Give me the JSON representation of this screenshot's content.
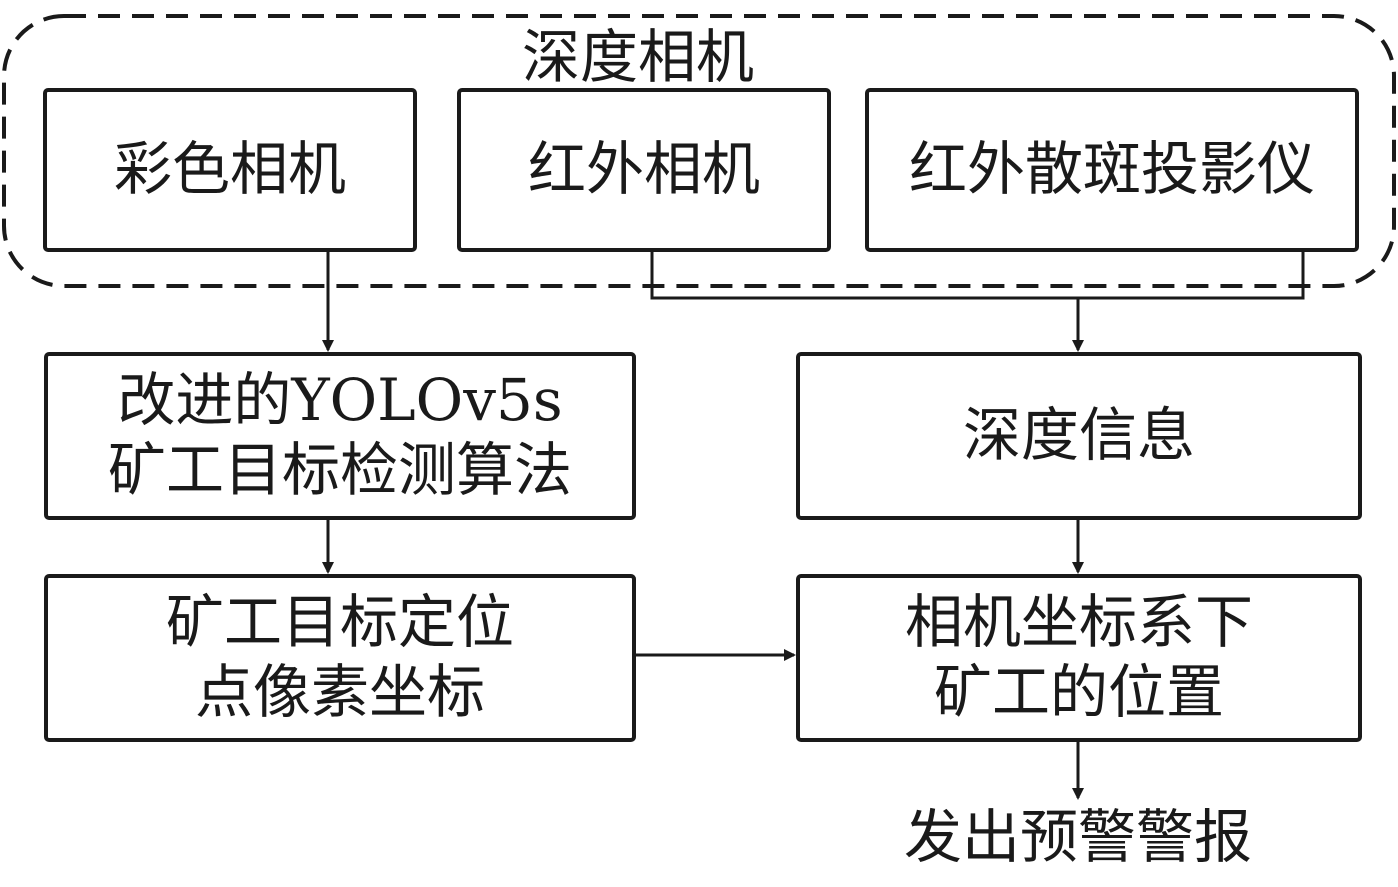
{
  "group": {
    "label": "深度相机"
  },
  "nodes": {
    "color_camera": {
      "label": "彩色相机"
    },
    "ir_camera": {
      "label": "红外相机"
    },
    "ir_projector": {
      "label": "红外散斑投影仪"
    },
    "yolo": {
      "line1": "改进的YOLOv5s",
      "line2": "矿工目标检测算法"
    },
    "depth_info": {
      "label": "深度信息"
    },
    "pixel_coords": {
      "line1": "矿工目标定位",
      "line2": "点像素坐标"
    },
    "camera_position": {
      "line1": "相机坐标系下",
      "line2": "矿工的位置"
    }
  },
  "output": {
    "label": "发出预警警报"
  },
  "colors": {
    "stroke": "#1a1a1a",
    "background": "#ffffff"
  }
}
